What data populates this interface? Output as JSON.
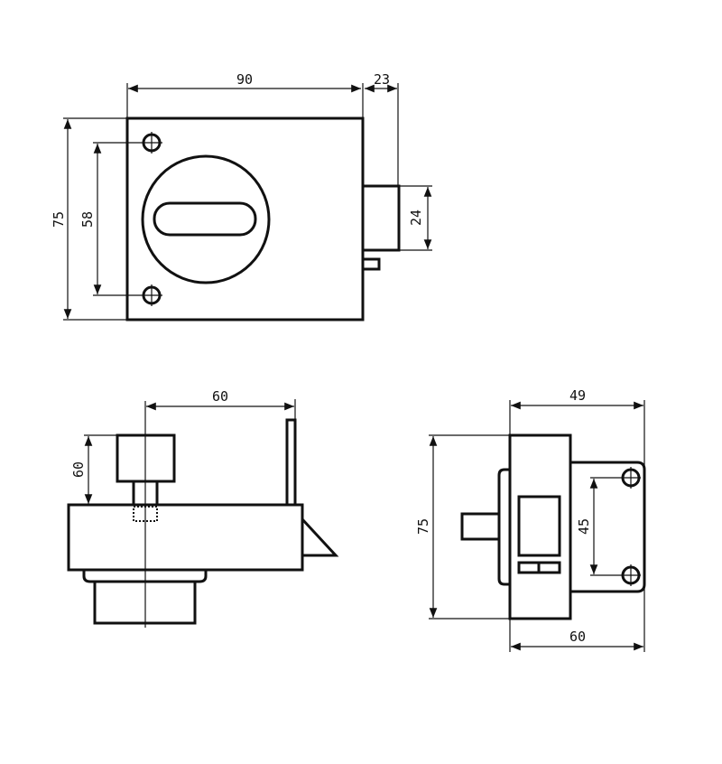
{
  "title": "Rim lock technical drawing",
  "colors": {
    "line": "#111111",
    "background": "#ffffff"
  },
  "front_view": {
    "dims": {
      "width": "90",
      "bolt_projection": "23",
      "height": "75",
      "hole_spacing": "58",
      "bolt_height": "24"
    }
  },
  "side_view": {
    "dims": {
      "depth": "60",
      "cylinder_height": "60"
    }
  },
  "keeper_view": {
    "dims": {
      "top_width": "49",
      "height": "75",
      "hole_spacing": "45",
      "bottom_width": "60"
    }
  }
}
